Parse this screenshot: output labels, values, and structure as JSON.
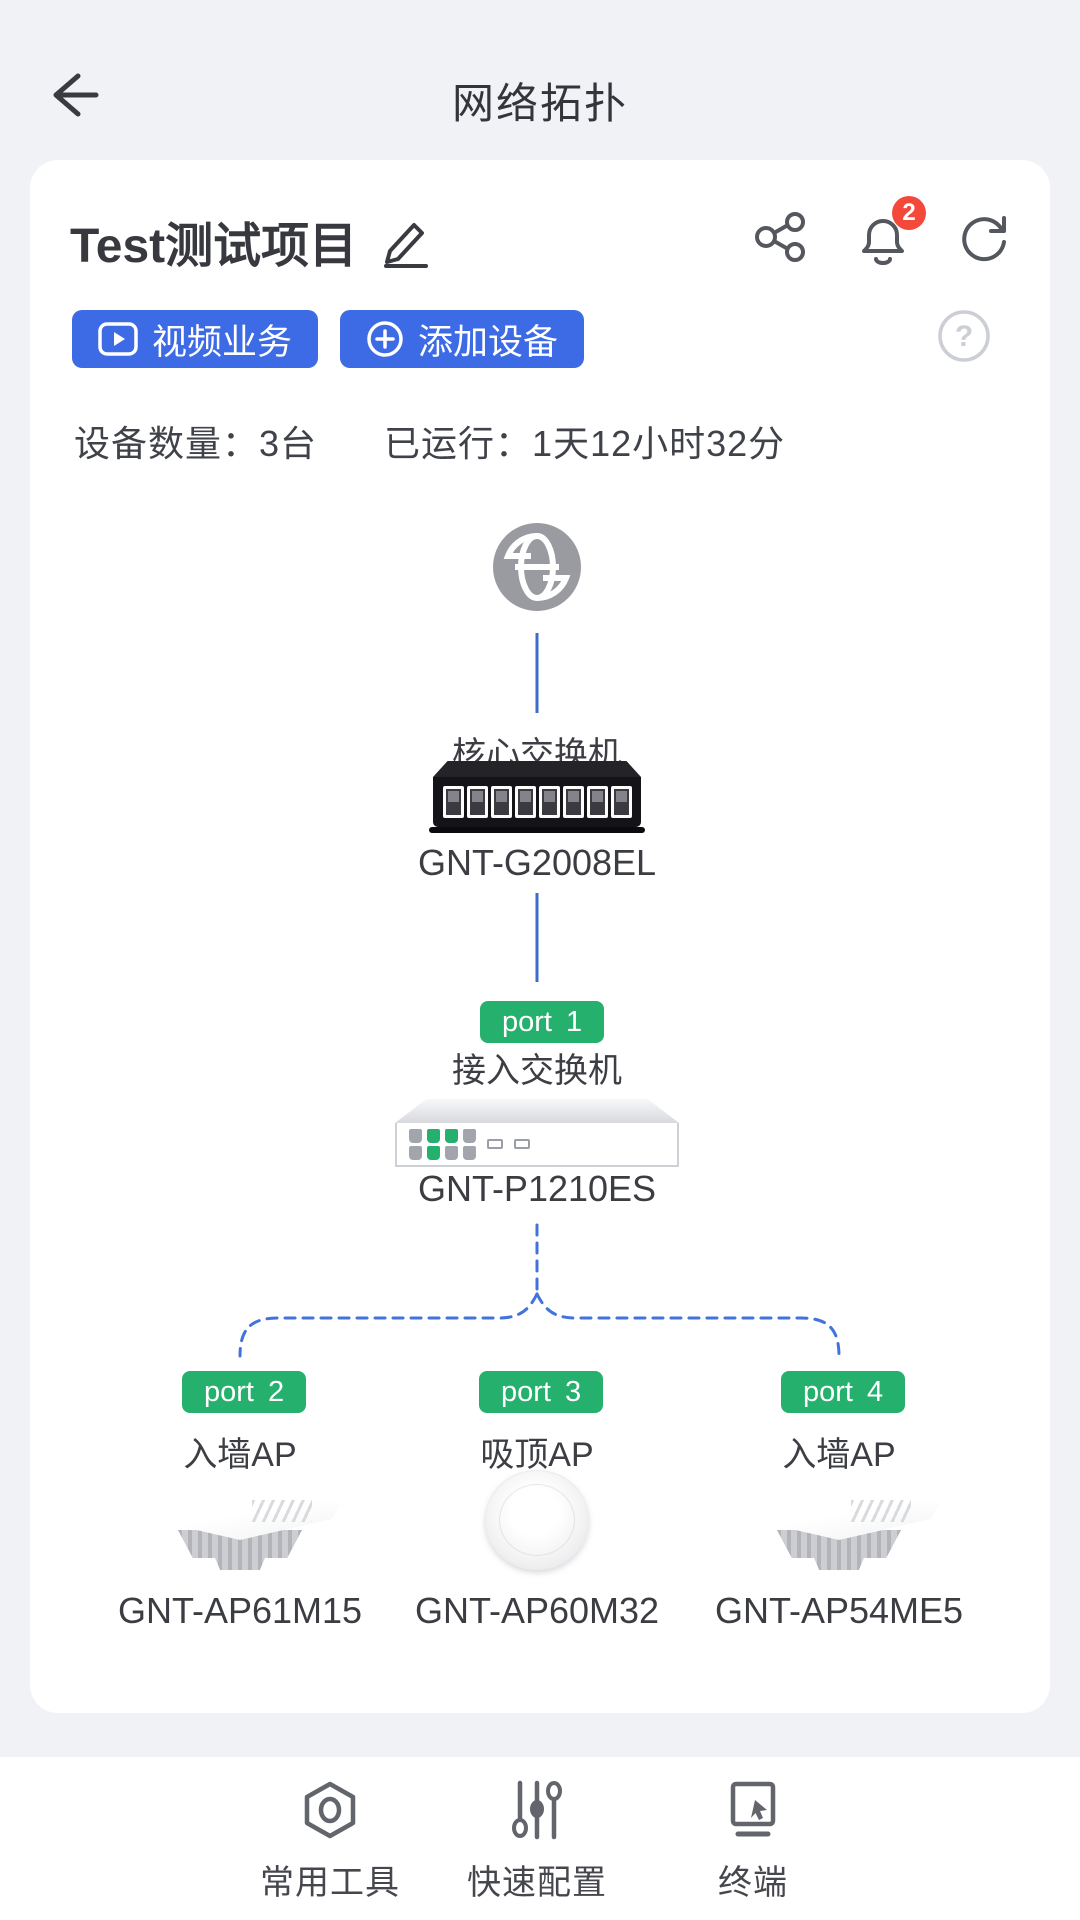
{
  "header": {
    "title": "网络拓扑"
  },
  "project": {
    "name": "Test测试项目",
    "notification_count": "2"
  },
  "actions": {
    "video_button": "视频业务",
    "add_device_button": "添加设备",
    "help_glyph": "?"
  },
  "stats": {
    "device_count": "设备数量：3台",
    "uptime": "已运行：1天12小时32分"
  },
  "topology": {
    "core_switch": {
      "label": "核心交换机",
      "model": "GNT-G2008EL"
    },
    "access_switch": {
      "port": "port 1",
      "label": "接入交换机",
      "model": "GNT-P1210ES"
    },
    "devices": [
      {
        "port": "port 2",
        "label": "入墙AP",
        "model": "GNT-AP61M15"
      },
      {
        "port": "port 3",
        "label": "吸顶AP",
        "model": "GNT-AP60M32"
      },
      {
        "port": "port 4",
        "label": "入墙AP",
        "model": "GNT-AP54ME5"
      }
    ]
  },
  "bottom_nav": {
    "tools": "常用工具",
    "quick_config": "快速配置",
    "terminal": "终端"
  },
  "colors": {
    "accent_blue": "#3d6be5",
    "badge_green": "#26b06e",
    "connector_blue": "#4272dc",
    "alert_red": "#f4483b",
    "page_bg": "#f1f2f6"
  }
}
